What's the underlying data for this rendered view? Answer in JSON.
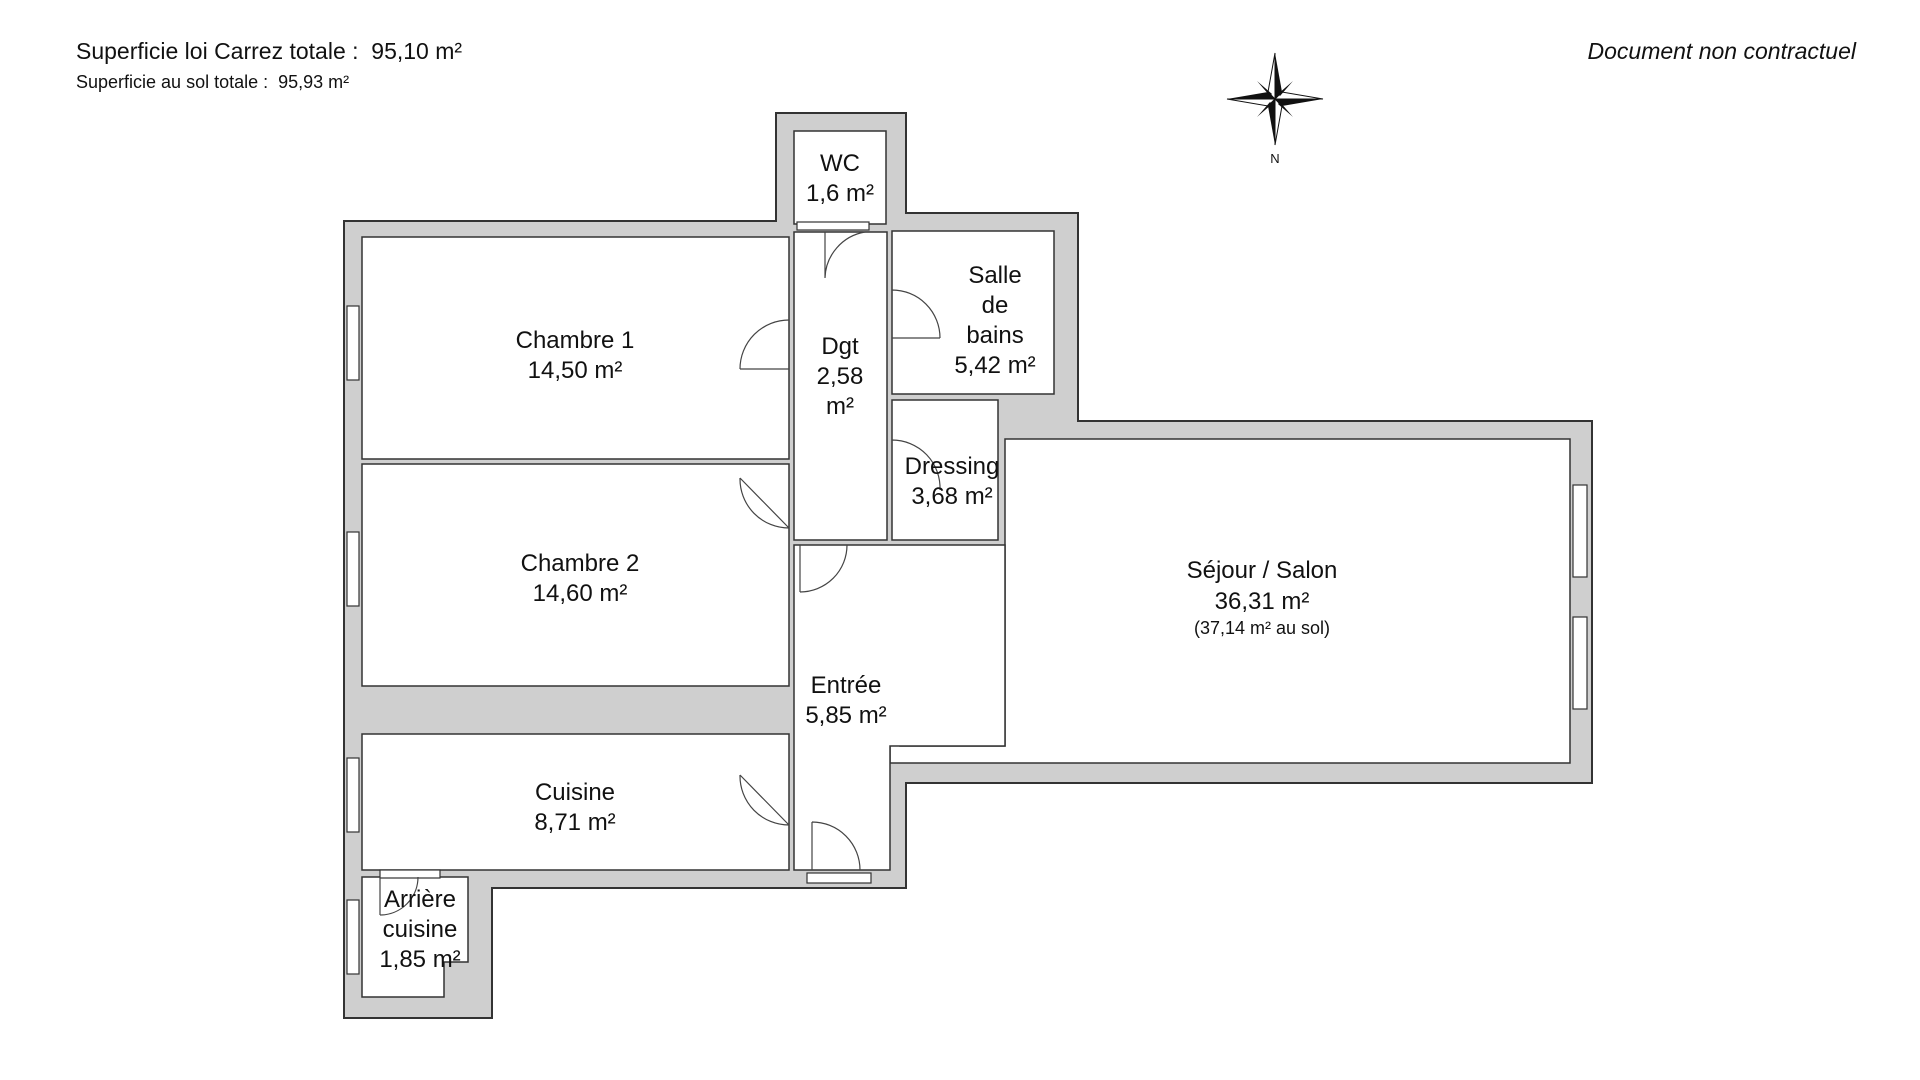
{
  "header": {
    "carrez_label": "Superficie loi Carrez totale :",
    "carrez_value": "95,10 m²",
    "sol_label": "Superficie au sol totale :",
    "sol_value": "95,93 m²",
    "disclaimer": "Document non contractuel"
  },
  "compass": {
    "north_label": "N",
    "icon": "compass-rose-icon"
  },
  "rooms": {
    "wc": {
      "name": "WC",
      "area": "1,6 m²"
    },
    "chambre1": {
      "name": "Chambre 1",
      "area": "14,50 m²"
    },
    "dgt": {
      "name_line1": "Dgt",
      "name_line2": "2,58",
      "area_line": "m²"
    },
    "sdb": {
      "line1": "Salle",
      "line2": "de",
      "line3": "bains",
      "area": "5,42 m²"
    },
    "dressing": {
      "name": "Dressing",
      "area": "3,68 m²"
    },
    "chambre2": {
      "name": "Chambre 2",
      "area": "14,60 m²"
    },
    "sejour": {
      "name": "Séjour / Salon",
      "area": "36,31 m²",
      "area_sol": "(37,14 m² au sol)"
    },
    "entree": {
      "name": "Entrée",
      "area": "5,85 m²"
    },
    "cuisine": {
      "name": "Cuisine",
      "area": "8,71 m²"
    },
    "arriere": {
      "line1": "Arrière",
      "line2": "cuisine",
      "area": "1,85 m²"
    }
  },
  "colors": {
    "wall": "#cfcfcf",
    "line": "#333333",
    "room": "#ffffff"
  }
}
